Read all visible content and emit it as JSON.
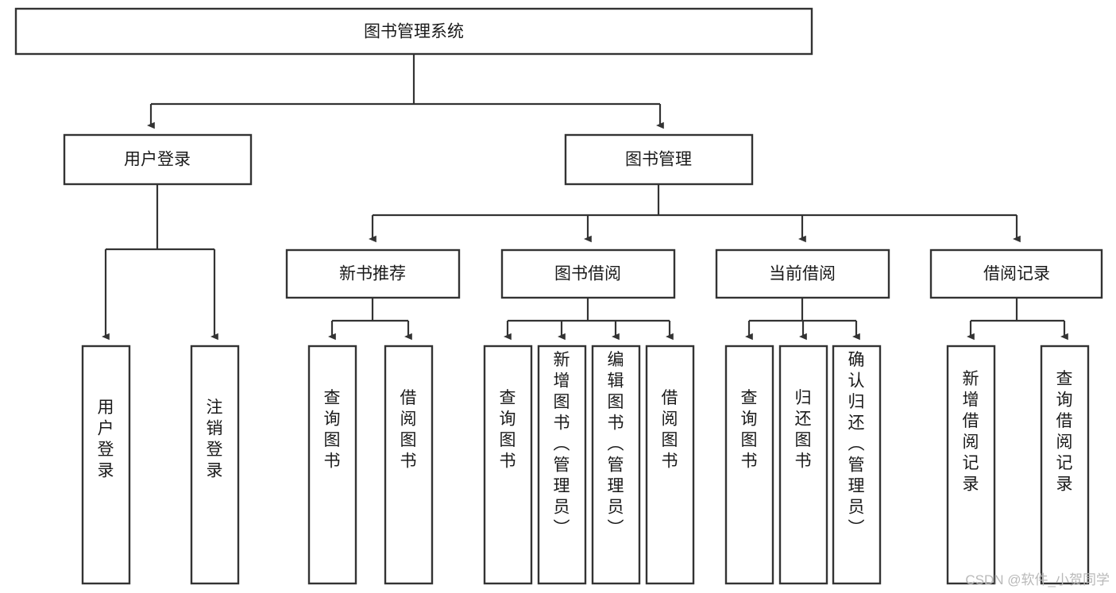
{
  "diagram": {
    "title_node": {
      "label": "图书管理系统"
    },
    "level1": [
      {
        "label": "用户登录"
      },
      {
        "label": "图书管理"
      }
    ],
    "level2": [
      {
        "label": "新书推荐"
      },
      {
        "label": "图书借阅"
      },
      {
        "label": "当前借阅"
      },
      {
        "label": "借阅记录"
      }
    ],
    "leaves": {
      "user_login": [
        {
          "label": "用户登录"
        },
        {
          "label": "注销登录"
        }
      ],
      "new_book_recommend": [
        {
          "label": "查询图书"
        },
        {
          "label": "借阅图书"
        }
      ],
      "book_borrow": [
        {
          "label": "查询图书"
        },
        {
          "label": "新增图书（管理员）"
        },
        {
          "label": "编辑图书（管理员）"
        },
        {
          "label": "借阅图书"
        }
      ],
      "current_borrow": [
        {
          "label": "查询图书"
        },
        {
          "label": "归还图书"
        },
        {
          "label": "确认归还（管理员）"
        }
      ],
      "borrow_records": [
        {
          "label": "新增借阅记录"
        },
        {
          "label": "查询借阅记录"
        }
      ]
    }
  },
  "watermark": {
    "text": "CSDN @软件_小贺同学"
  },
  "colors": {
    "box_stroke": "#333333",
    "box_fill": "#ffffff",
    "text": "#1a1a1a",
    "watermark": "#b9b9b9",
    "background": "#ffffff"
  }
}
